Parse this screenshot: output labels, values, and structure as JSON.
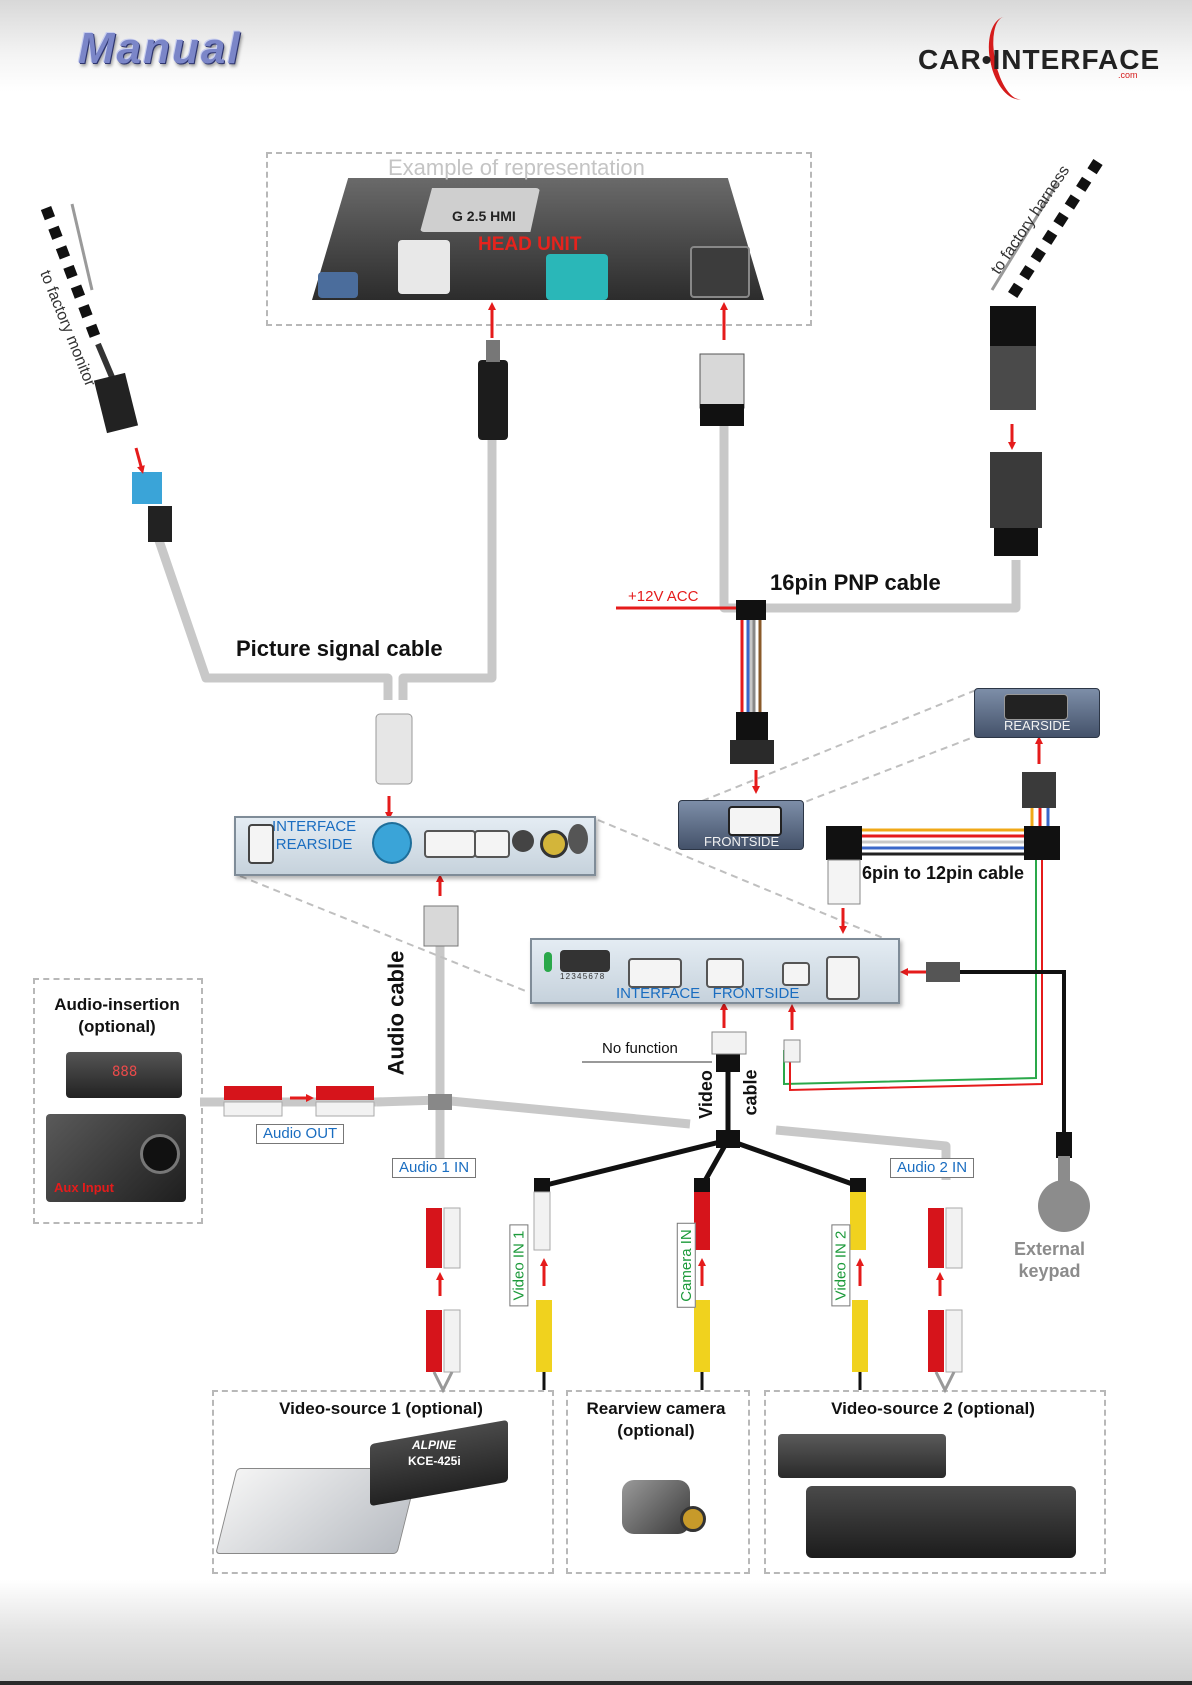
{
  "header": {
    "title": "Manual",
    "logo_text": "CAR•INTERFACE",
    "logo_sub": ".com"
  },
  "headunit": {
    "example_title": "Example of representation",
    "label": "HEAD UNIT",
    "chip_text": "G 2.5 HMI"
  },
  "labels": {
    "to_factory_monitor": "to factory monitor",
    "to_factory_harness": "to factory harness",
    "picture_signal_cable": "Picture signal cable",
    "pnp_cable": "16pin PNP cable",
    "acc": "+12V ACC",
    "six_to_twelve": "6pin to 12pin cable",
    "audio_cable": "Audio cable",
    "video_cable_1": "Video",
    "video_cable_2": "cable",
    "no_function": "No function",
    "external_keypad": "External\nkeypad"
  },
  "units": {
    "interface_rearside": "INTERFACE\nREARSIDE",
    "interface_frontside": "INTERFACE   FRONTSIDE",
    "frontside": "FRONTSIDE",
    "rearside": "REARSIDE",
    "dip_numbers": "1 2 3 4 5 6 7 8"
  },
  "tags": {
    "audio_out": "Audio OUT",
    "audio_1_in": "Audio 1 IN",
    "audio_2_in": "Audio 2 IN",
    "video_in_1": "Video IN 1",
    "camera_in": "Camera IN",
    "video_in_2": "Video IN 2"
  },
  "audio_insertion": {
    "title": "Audio-insertion\n(optional)",
    "aux": "Aux Input",
    "device_text": "888"
  },
  "sources": {
    "video_source_1": "Video-source 1 (optional)",
    "rearview_camera": "Rearview camera\n(optional)",
    "video_source_2": "Video-source 2 (optional)",
    "kce_brand": "ALPINE",
    "kce_model": "KCE-425i"
  },
  "colors": {
    "cable": "#c8c8c8",
    "arrow": "#e51b1b",
    "tag_blue": "#1a6dc0",
    "tag_green": "#1c9a3a",
    "rca_red": "#d6141b",
    "rca_yellow": "#f0d21e",
    "acc_red": "#e51b1b"
  }
}
